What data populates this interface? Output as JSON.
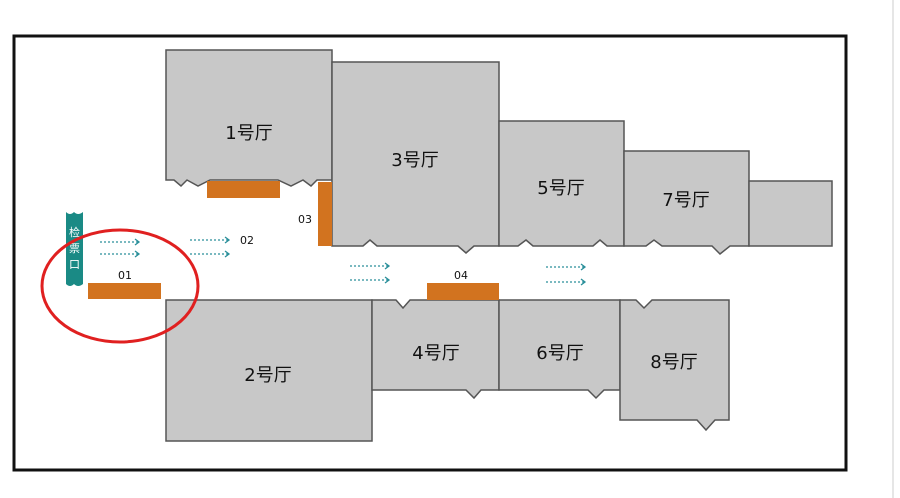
{
  "colors": {
    "hall_fill": "#c8c8c8",
    "hall_stroke": "#555555",
    "marker": "#d2731f",
    "gate": "#1a8a85",
    "arrow": "#2a8f9a",
    "highlight": "#e02020",
    "frame": "#111111"
  },
  "halls": [
    {
      "label": "1号厅"
    },
    {
      "label": "2号厅"
    },
    {
      "label": "3号厅"
    },
    {
      "label": "4号厅"
    },
    {
      "label": "5号厅"
    },
    {
      "label": "6号厅"
    },
    {
      "label": "7号厅"
    },
    {
      "label": "8号厅"
    },
    {
      "label": ""
    }
  ],
  "markers": [
    {
      "label": "01"
    },
    {
      "label": "02"
    },
    {
      "label": "03"
    },
    {
      "label": "04"
    }
  ],
  "gate": {
    "chars": [
      "检",
      "票",
      "口"
    ],
    "icon": "ticket-gate-icon"
  },
  "highlight": {
    "icon": "red-circle-highlight"
  }
}
